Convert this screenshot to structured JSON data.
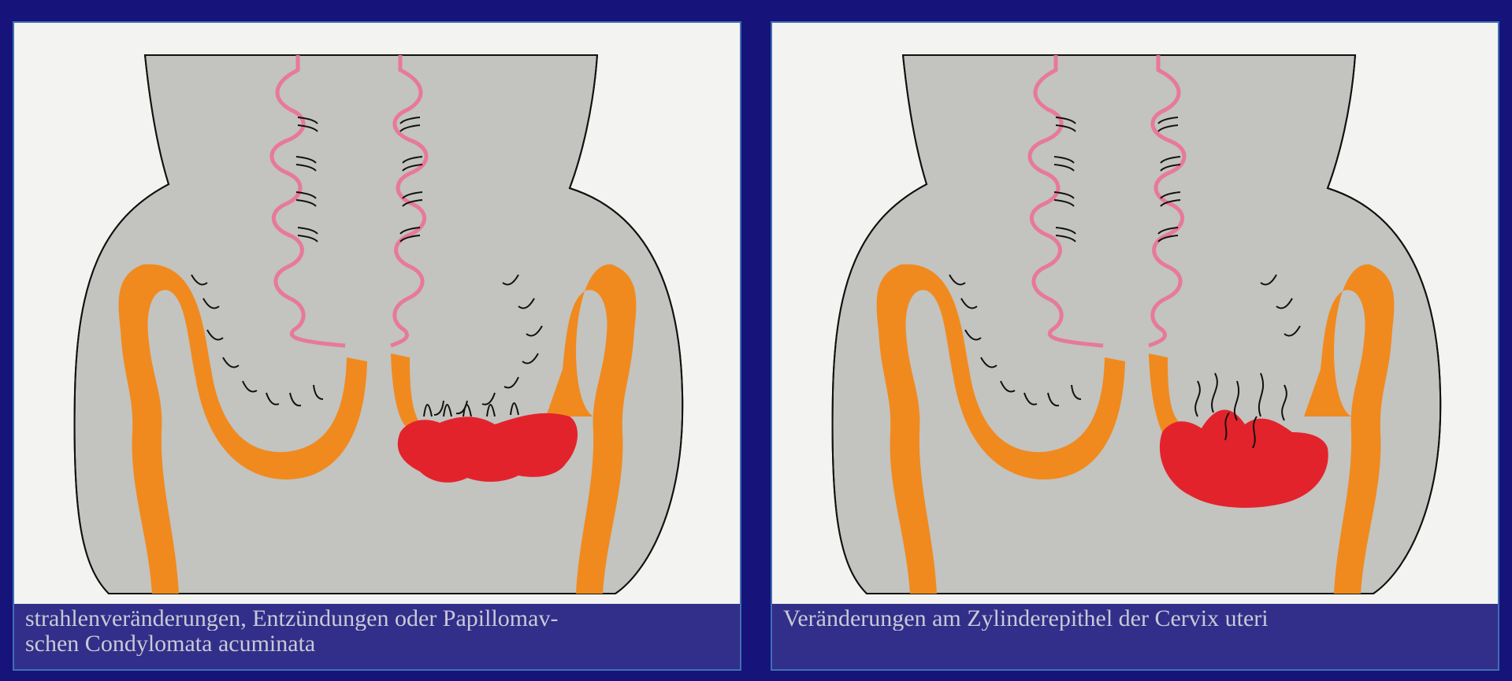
{
  "figure": {
    "background": "#16137a",
    "frame_color": "#3f6fb3",
    "colors": {
      "tissue": "#c3c3c0",
      "epithelium_outline": "#e7799a",
      "cervix_band": "#f08a1e",
      "lesion": "#e3232b",
      "outline": "#111111",
      "panel_background": "#f3f4f1"
    },
    "panels": [
      {
        "name": "left",
        "caption_lines": [
          "strahlenveränderungen, Entzündungen oder Papillomav-",
          "schen Condylomata acuminata"
        ]
      },
      {
        "name": "right",
        "caption_lines": [
          "Veränderungen am Zylinderepithel der Cervix uteri"
        ]
      }
    ]
  }
}
